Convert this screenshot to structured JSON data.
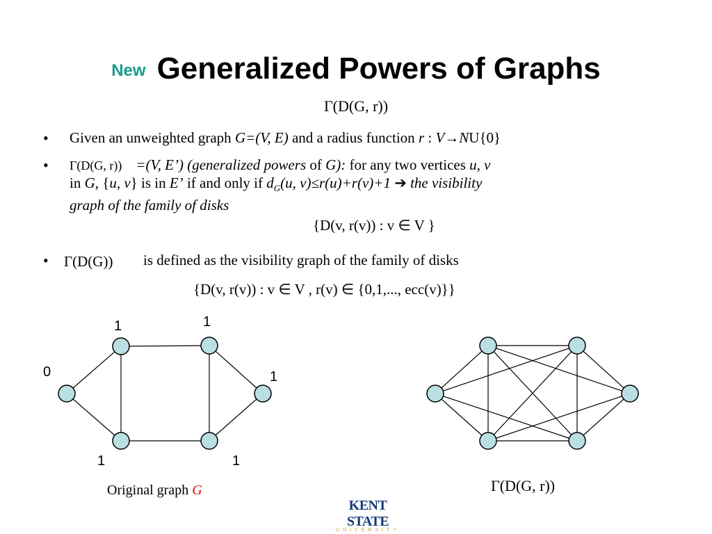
{
  "title": {
    "prefix": "New",
    "main": "Generalized Powers of Graphs"
  },
  "top_formula": "Γ(D(G, r))",
  "bullets": {
    "b1": {
      "text_a": "Given an unweighted graph ",
      "g": "G=(V, E)",
      "text_b": " and a radius function ",
      "r": "r",
      "text_c": " : ",
      "map": "V→N",
      "text_d": "U{0}"
    },
    "b2": {
      "formula": "Γ(D(G, r))",
      "line1_a": "=(V, E’) (generalized powers",
      "line1_b": " of ",
      "line1_c": "G):",
      "line1_d": " for any two vertices ",
      "line1_e": "u, v",
      "line2_a": "in ",
      "line2_b": "G",
      "line2_c": ", {",
      "line2_d": "u, v",
      "line2_e": "} is in ",
      "line2_f": "E’",
      "line2_g": " if and only if ",
      "line2_h": "d",
      "line2_sub": "G",
      "line2_i": "(u, v)≤r(u)+r(v)+1",
      "arrow": "➔",
      "line2_j": " the visibility",
      "line3": "graph of the family of disks"
    },
    "formula_disks": "{D(v, r(v)) :  v ∈ V }",
    "b3": {
      "formula": "Γ(D(G))",
      "text": "is defined as  the visibility graph of the family of disks"
    },
    "formula_ecc": "{D(v, r(v)) :  v ∈ V ,  r(v) ∈ {0,1,..., ecc(v)}}"
  },
  "graph_left": {
    "labels": [
      "1",
      "1",
      "0",
      "1",
      "1",
      "1"
    ],
    "caption_text": "Original graph ",
    "caption_var": "G"
  },
  "graph_right": {
    "caption": "Γ(D(G, r))"
  },
  "logo": {
    "main": "KENT STATE",
    "sub": "UNIVERSITY"
  },
  "colors": {
    "node_fill": "#b9dfe2",
    "accent": "#1a9a8c",
    "red": "#e00000",
    "logo": "#173a7a"
  }
}
